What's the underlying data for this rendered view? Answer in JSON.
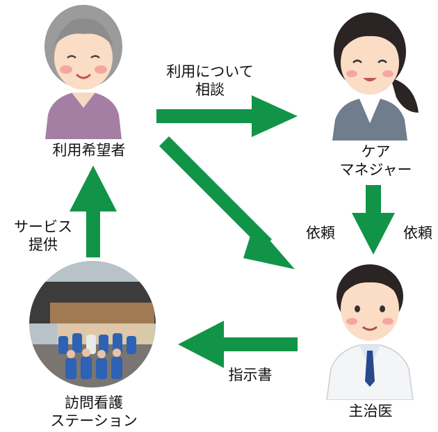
{
  "nodes": {
    "user": {
      "label": "利用希望者"
    },
    "care_manager": {
      "line1": "ケア",
      "line2": "マネジャー"
    },
    "doctor": {
      "label": "主治医"
    },
    "station": {
      "line1": "訪問看護",
      "line2": "ステーション"
    }
  },
  "edges": {
    "consult": {
      "line1": "利用について",
      "line2": "相談"
    },
    "request_left": {
      "label": "依頼"
    },
    "request_right": {
      "label": "依頼"
    },
    "instruction": {
      "label": "指示書"
    },
    "service": {
      "line1": "サービス",
      "line2": "提供"
    }
  },
  "colors": {
    "arrow": "#119447"
  }
}
